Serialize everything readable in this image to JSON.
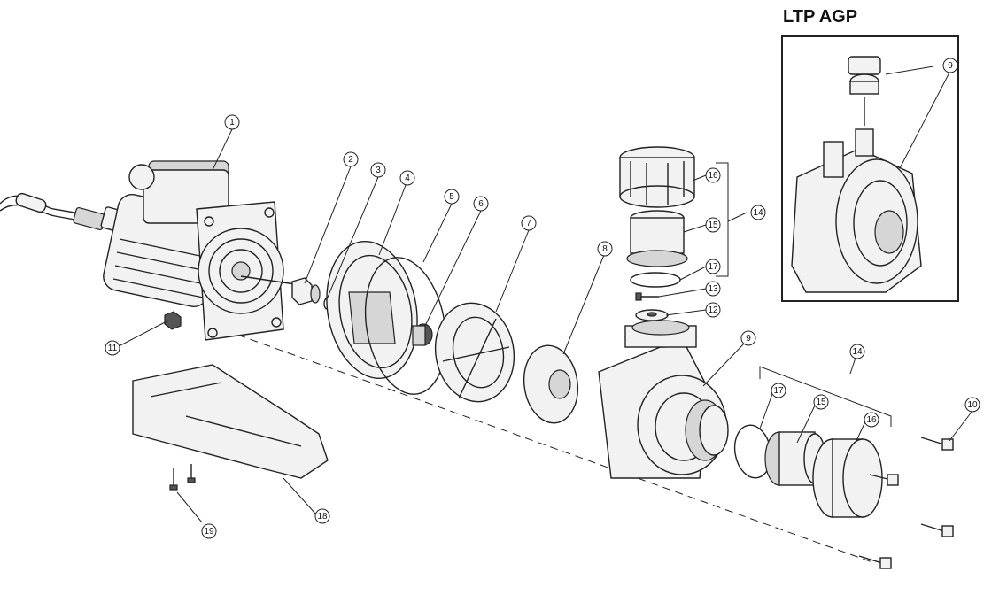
{
  "inset": {
    "title": "LTP AGP"
  },
  "callouts": [
    {
      "id": "c1",
      "label": "1"
    },
    {
      "id": "c2",
      "label": "2"
    },
    {
      "id": "c3",
      "label": "3"
    },
    {
      "id": "c4",
      "label": "4"
    },
    {
      "id": "c5",
      "label": "5"
    },
    {
      "id": "c6",
      "label": "6"
    },
    {
      "id": "c7",
      "label": "7"
    },
    {
      "id": "c8",
      "label": "8"
    },
    {
      "id": "c9",
      "label": "9"
    },
    {
      "id": "c9b",
      "label": "9"
    },
    {
      "id": "c10",
      "label": "10"
    },
    {
      "id": "c11",
      "label": "11"
    },
    {
      "id": "c12",
      "label": "12"
    },
    {
      "id": "c13",
      "label": "13"
    },
    {
      "id": "c14",
      "label": "14"
    },
    {
      "id": "c14b",
      "label": "14"
    },
    {
      "id": "c15",
      "label": "15"
    },
    {
      "id": "c15b",
      "label": "15"
    },
    {
      "id": "c16",
      "label": "16"
    },
    {
      "id": "c16b",
      "label": "16"
    },
    {
      "id": "c17",
      "label": "17"
    },
    {
      "id": "c17b",
      "label": "17"
    },
    {
      "id": "c18",
      "label": "18"
    },
    {
      "id": "c19",
      "label": "19"
    }
  ],
  "colors": {
    "line": "#222222",
    "fill_light": "#f2f2f2",
    "fill_mid": "#d6d6d6",
    "fill_dark": "#555555"
  }
}
